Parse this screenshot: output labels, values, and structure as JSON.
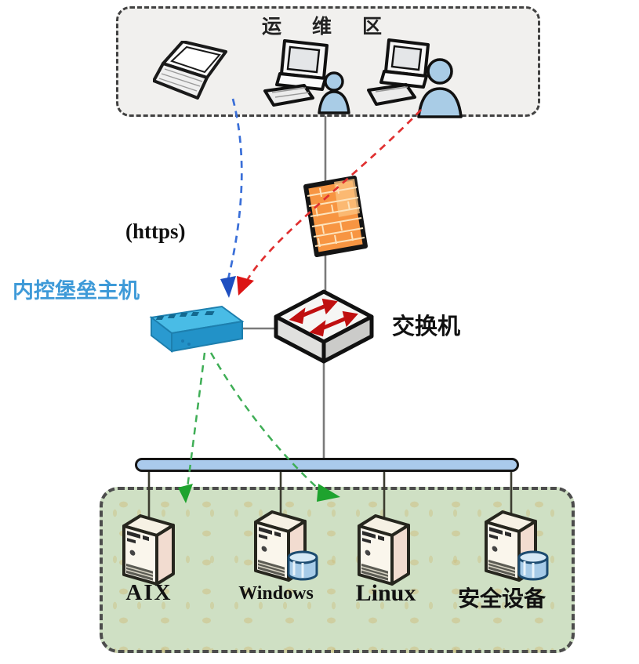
{
  "ops_zone": {
    "title": "运 维 区",
    "devices": [
      {
        "name": "laptop"
      },
      {
        "name": "workstation-with-operator"
      },
      {
        "name": "workstation-with-operator-large"
      }
    ]
  },
  "mid": {
    "https_label": "(https)",
    "bastion_label": "内控堡垒主机",
    "switch_label": "交换机",
    "firewall": "firewall"
  },
  "server_zone": {
    "servers": [
      {
        "label": "AIX",
        "has_database": false
      },
      {
        "label": "Windows",
        "has_database": true
      },
      {
        "label": "Linux",
        "has_database": false
      },
      {
        "label": "安全设备",
        "has_database": true
      }
    ]
  },
  "connections": [
    {
      "from": "ops-zone",
      "to": "firewall",
      "style": "solid-gray"
    },
    {
      "from": "firewall",
      "to": "switch",
      "style": "solid-gray"
    },
    {
      "from": "switch",
      "to": "bus-bar",
      "style": "solid-gray"
    },
    {
      "from": "bastion-host",
      "to": "switch",
      "style": "solid-gray"
    },
    {
      "from": "bus-bar",
      "to": "AIX",
      "style": "solid"
    },
    {
      "from": "bus-bar",
      "to": "Windows",
      "style": "solid"
    },
    {
      "from": "bus-bar",
      "to": "Linux",
      "style": "solid"
    },
    {
      "from": "bus-bar",
      "to": "安全设备",
      "style": "solid"
    },
    {
      "from": "laptop",
      "to": "bastion-host",
      "style": "dashed",
      "color": "blue"
    },
    {
      "from": "workstation-with-operator-large",
      "to": "bastion-host",
      "style": "dashed",
      "color": "red"
    },
    {
      "from": "bastion-host",
      "to": "server-zone-left",
      "style": "dashed",
      "color": "green"
    },
    {
      "from": "bastion-host",
      "to": "server-zone-right",
      "style": "dashed",
      "color": "green"
    }
  ],
  "colors": {
    "ops_zone_bg": "#f1f0ee",
    "server_zone_bg": "#cfe0c4",
    "bus_fill": "#aacaec",
    "bastion_label_blue": "#3e9ad8",
    "bastion_device_blue": "#2a9ad0",
    "firewall_orange": "#f79542",
    "blue_arrow": "#1f4fc0",
    "red_arrow": "#dc1414",
    "green_arrow": "#1ea32e",
    "switch_arrow_red": "#c01010"
  }
}
